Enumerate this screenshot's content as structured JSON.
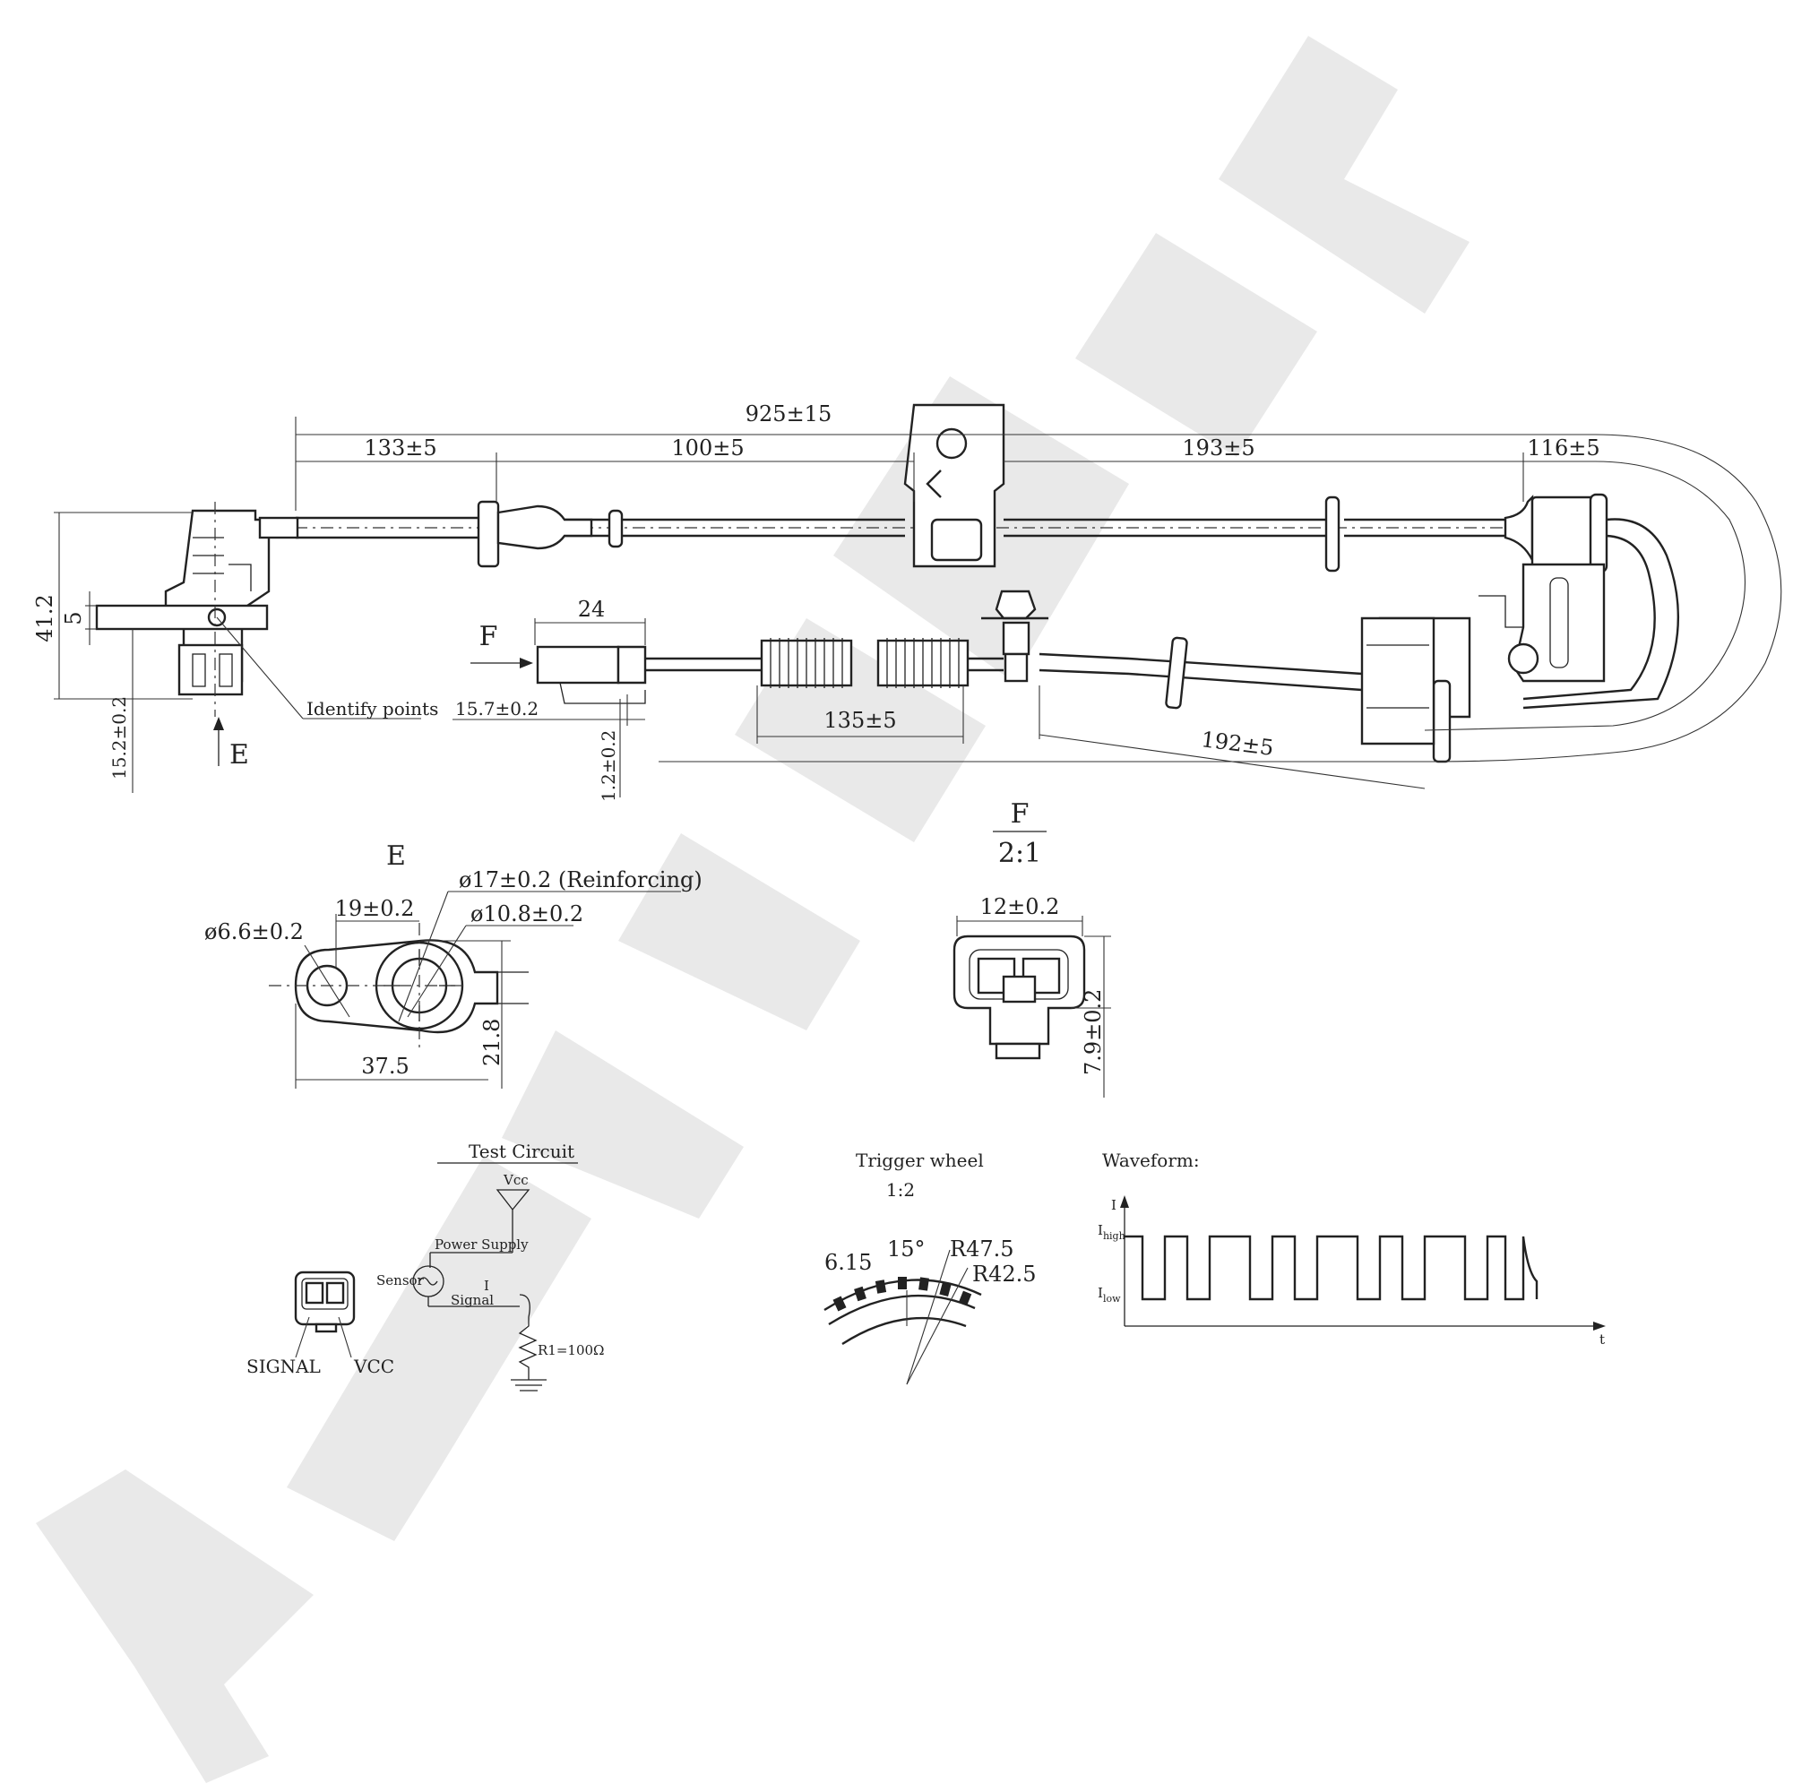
{
  "watermark": {
    "text": "ZENNEK",
    "color": "#e9e9e9"
  },
  "main_view": {
    "dims": {
      "total": "925±15",
      "d1": "133±5",
      "d2": "100±5",
      "d3": "193±5",
      "d4": "116±5",
      "connector_len": "24",
      "connector_h": "15.7±0.2",
      "gap": "1.2±0.2",
      "bellows": "135±5",
      "tail": "192±5",
      "height": "41.2",
      "flange": "5",
      "offset": "15.2±0.2"
    },
    "labels": {
      "identify": "Identify points",
      "view_e": "E",
      "view_f": "F"
    }
  },
  "view_e": {
    "title": "E",
    "dims": {
      "hole": "ø6.6±0.2",
      "pitch": "19±0.2",
      "reinforcing": "ø17±0.2 (Reinforcing)",
      "body": "ø10.8±0.2",
      "length": "37.5",
      "width": "21.8"
    }
  },
  "view_f": {
    "title": "F",
    "scale": "2:1",
    "dims": {
      "width": "12±0.2",
      "height": "7.9±0.2"
    }
  },
  "test_circuit": {
    "title": "Test Circuit",
    "vcc": "Vcc",
    "power_supply": "Power Supply",
    "sensor": "Sensor",
    "current": "I",
    "signal": "Signal",
    "resistor": "R1=100Ω",
    "pin_signal": "SIGNAL",
    "pin_vcc": "VCC"
  },
  "trigger_wheel": {
    "title": "Trigger wheel",
    "scale": "1:2",
    "pitch": "6.15",
    "angle": "15°",
    "r_outer": "R47.5",
    "r_inner": "R42.5"
  },
  "waveform": {
    "title": "Waveform:",
    "y_axis": "I",
    "high": "I",
    "high_sub": "high",
    "low": "I",
    "low_sub": "low",
    "x_axis": "t"
  }
}
